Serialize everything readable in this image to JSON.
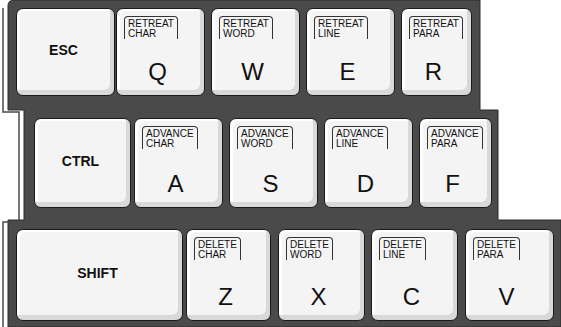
{
  "diagram": {
    "nodes": [
      {
        "text": [
          "ESC"
        ]
      },
      {
        "text": [
          "RETREAT CHAR",
          "Q"
        ]
      },
      {
        "text": [
          "RETREAT WORD",
          "W"
        ]
      },
      {
        "text": [
          "RETREAT LINE",
          "E"
        ]
      },
      {
        "text": [
          "RETREAT PARA",
          "R"
        ]
      },
      {
        "text": [
          "CTRL"
        ]
      },
      {
        "text": [
          "ADVANCE CHAR",
          "A"
        ]
      },
      {
        "text": [
          "ADVANCE WORD",
          "S"
        ]
      },
      {
        "text": [
          "ADVANCE LINE",
          "D"
        ]
      },
      {
        "text": [
          "ADVANCE PARA",
          "F"
        ]
      },
      {
        "text": [
          "SHIFT"
        ]
      },
      {
        "text": [
          "DELETE CHAR",
          "Z"
        ]
      },
      {
        "text": [
          "DELETE WORD",
          "X"
        ]
      },
      {
        "text": [
          "DELETE LINE",
          "C"
        ]
      },
      {
        "text": [
          "DELETE PARA",
          "V"
        ]
      }
    ]
  }
}
